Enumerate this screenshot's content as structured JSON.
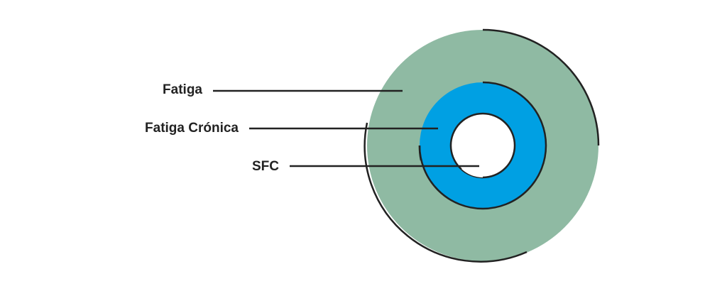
{
  "labels": {
    "fatiga": "Fatiga",
    "fatiga_cronica": "Fatiga Crónica",
    "sfc": "SFC"
  },
  "colors": {
    "outer_ring": "#8fbaa3",
    "middle_ring": "#00a0e3",
    "inner_hole": "#ffffff",
    "lines": "#222222"
  }
}
